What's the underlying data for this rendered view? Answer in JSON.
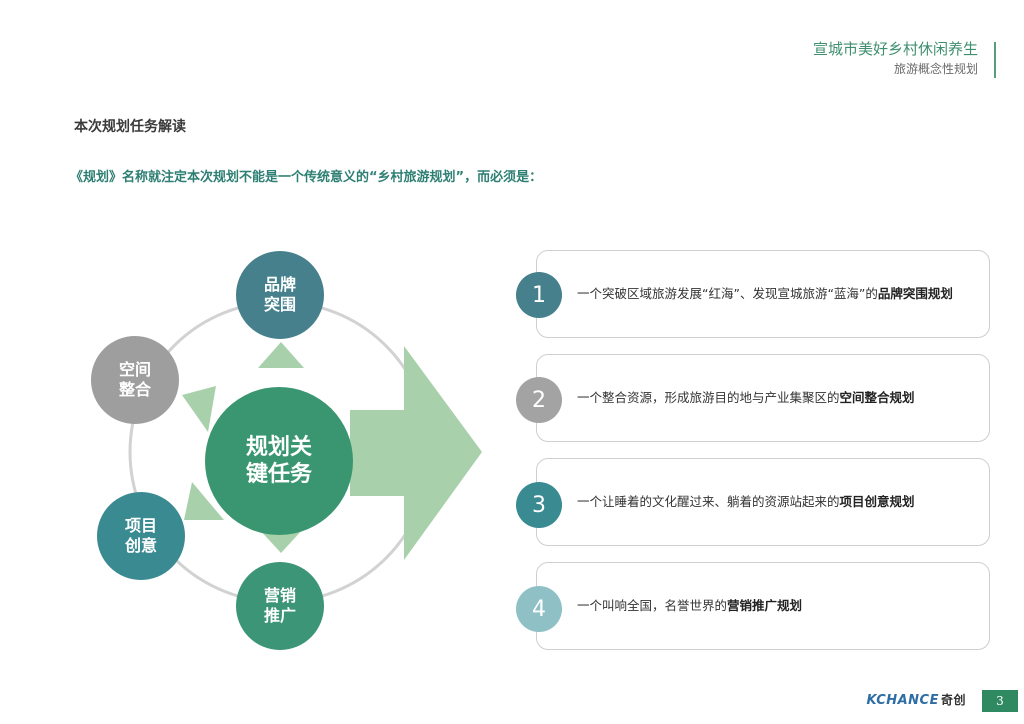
{
  "header": {
    "title": "宣城市美好乡村休闲养生",
    "subtitle": "旅游概念性规划"
  },
  "section_title": "本次规划任务解读",
  "lead_text": "《规划》名称就注定本次规划不能是一个传统意义的“乡村旅游规划”，而必须是：",
  "diagram": {
    "core": "规划关键任务",
    "core_lines": [
      "规划关",
      "键任务"
    ],
    "nodes": {
      "brand": [
        "品牌",
        "突围"
      ],
      "space": [
        "空间",
        "整合"
      ],
      "project": [
        "项目",
        "创意"
      ],
      "market": [
        "营销",
        "推广"
      ]
    }
  },
  "items": [
    {
      "num": "1",
      "text": "一个突破区域旅游发展“红海”、发现宣城旅游“蓝海”的",
      "bold": "品牌突围规划"
    },
    {
      "num": "2",
      "text": "一个整合资源，形成旅游目的地与产业集聚区的",
      "bold": "空间整合规划"
    },
    {
      "num": "3",
      "text": "一个让睡着的文化醒过来、躺着的资源站起来的",
      "bold": "项目创意规划"
    },
    {
      "num": "4",
      "text": "一个叫响全国，名誉世界的",
      "bold": "营销推广规划"
    }
  ],
  "footer": {
    "logo_en": "KCHANCE",
    "logo_cn": "奇创",
    "page": "3"
  },
  "colors": {
    "accent_green": "#3a9670",
    "teal": "#46808c",
    "arrow_green": "#a8d1ab"
  }
}
